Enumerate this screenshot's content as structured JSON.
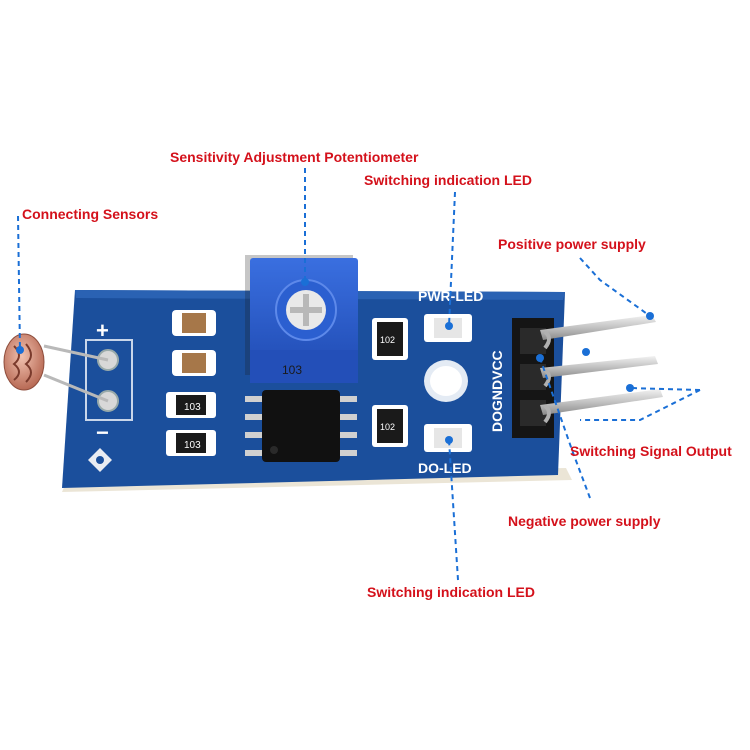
{
  "callouts": {
    "sensitivity": "Sensitivity Adjustment Potentiometer",
    "pwr_led": "Switching indication LED",
    "connecting": "Connecting Sensors",
    "positive": "Positive power supply",
    "signal_output": "Switching Signal Output",
    "negative": "Negative power supply",
    "do_led": "Switching indication LED"
  },
  "board": {
    "pwr_led_label": "PWR-LED",
    "do_led_label": "DO-LED",
    "pins_label": "DOGNDVCC",
    "plus_sign": "+",
    "minus_sign": "−",
    "resistor_code": "103",
    "smd_code": "102",
    "pot_code": "103"
  },
  "colors": {
    "callout_text": "#d4111b",
    "leader_line": "#1a6fd6",
    "pcb_blue": "#1b4f9c",
    "pcb_edge": "#ece7da",
    "pot_blue": "#2c5fcf",
    "pin_silver": "#c9c9c9"
  }
}
